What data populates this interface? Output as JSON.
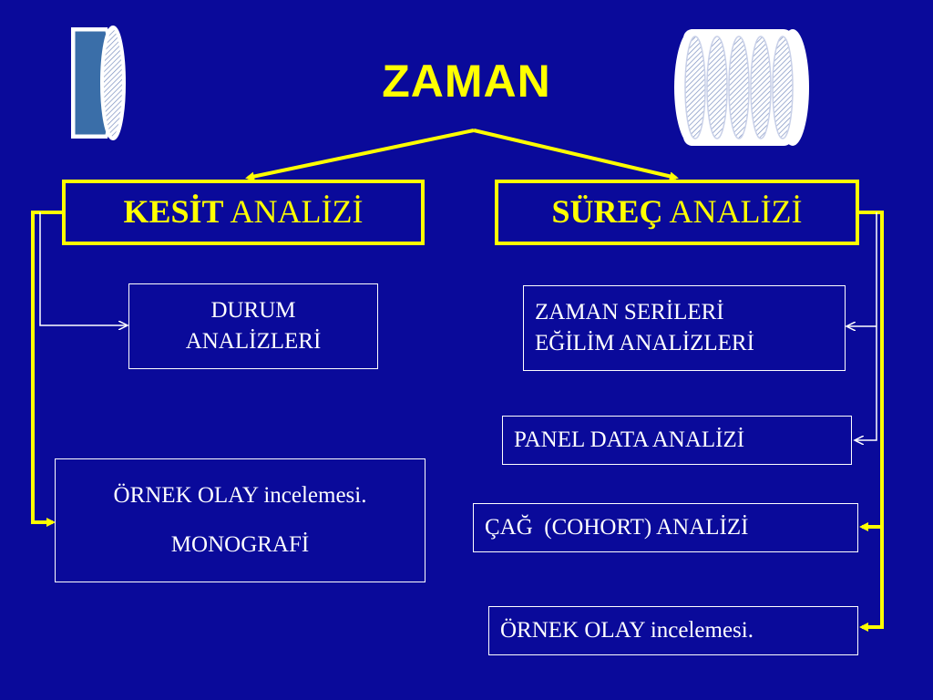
{
  "title": "ZAMAN",
  "left_header": {
    "bold": "KESİT",
    "normal": " ANALİZİ"
  },
  "right_header": {
    "bold": "SÜREÇ",
    "normal": " ANALİZİ"
  },
  "left_items": [
    {
      "lines": [
        "DURUM",
        "ANALİZLERİ"
      ]
    },
    {
      "lines": [
        "ÖRNEK OLAY incelemesi.",
        "",
        "MONOGRAFİ"
      ]
    }
  ],
  "right_items": [
    {
      "lines": [
        "ZAMAN SERİLERİ",
        "EĞİLİM ANALİZLERİ"
      ]
    },
    {
      "lines": [
        "PANEL DATA ANALİZİ"
      ]
    },
    {
      "lines": [
        "ÇAĞ  (COHORT) ANALİZİ"
      ]
    },
    {
      "lines": [
        "ÖRNEK OLAY incelemesi."
      ]
    }
  ],
  "colors": {
    "background": "#0a0a9a",
    "accent": "#ffff00",
    "text": "#ffffff"
  },
  "icons": [
    "single-disc-icon",
    "multi-disc-stack-icon"
  ]
}
